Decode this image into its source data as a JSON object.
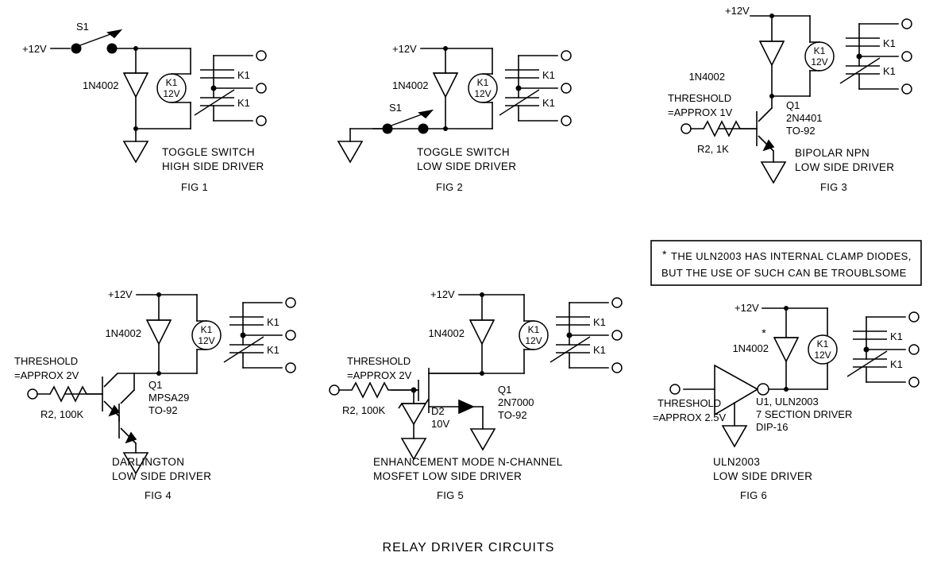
{
  "document": {
    "title": "RELAY DRIVER CIRCUITS",
    "background_color": "#ffffff",
    "ink_color": "#000000"
  },
  "note": {
    "marker": "*",
    "line1": "THE  ULN2003  HAS  INTERNAL  CLAMP  DIODES,",
    "line2": "BUT  THE  USE  OF  SUCH  CAN  BE  TROUBLSOME"
  },
  "figures": [
    {
      "id": "fig1",
      "number": "FIG 1",
      "caption_line1": "TOGGLE SWITCH",
      "caption_line2": "HIGH SIDE DRIVER",
      "supply": "+12V",
      "switch_label": "S1",
      "diode": "1N4002",
      "coil_line1": "K1",
      "coil_line2": "12V",
      "contact_no": "K1",
      "contact_nc": "K1"
    },
    {
      "id": "fig2",
      "number": "FIG 2",
      "caption_line1": "TOGGLE SWITCH",
      "caption_line2": "LOW SIDE DRIVER",
      "supply": "+12V",
      "switch_label": "S1",
      "diode": "1N4002",
      "coil_line1": "K1",
      "coil_line2": "12V",
      "contact_no": "K1",
      "contact_nc": "K1"
    },
    {
      "id": "fig3",
      "number": "FIG 3",
      "caption_line1": "BIPOLAR NPN",
      "caption_line2": "LOW SIDE DRIVER",
      "supply": "+12V",
      "diode": "1N4002",
      "coil_line1": "K1",
      "coil_line2": "12V",
      "contact_no": "K1",
      "contact_nc": "K1",
      "threshold_line1": "THRESHOLD",
      "threshold_line2": "=APPROX 1V",
      "resistor": "R2, 1K",
      "device_line1": "Q1",
      "device_line2": "2N4401",
      "device_line3": "TO-92"
    },
    {
      "id": "fig4",
      "number": "FIG 4",
      "caption_line1": "DARLINGTON",
      "caption_line2": "LOW SIDE DRIVER",
      "supply": "+12V",
      "diode": "1N4002",
      "coil_line1": "K1",
      "coil_line2": "12V",
      "contact_no": "K1",
      "contact_nc": "K1",
      "threshold_line1": "THRESHOLD",
      "threshold_line2": "=APPROX 2V",
      "resistor": "R2, 100K",
      "device_line1": "Q1",
      "device_line2": "MPSA29",
      "device_line3": "TO-92"
    },
    {
      "id": "fig5",
      "number": "FIG 5",
      "caption_line1": "ENHANCEMENT  MODE  N-CHANNEL",
      "caption_line2": "MOSFET LOW SIDE DRIVER",
      "supply": "+12V",
      "diode": "1N4002",
      "coil_line1": "K1",
      "coil_line2": "12V",
      "contact_no": "K1",
      "contact_nc": "K1",
      "threshold_line1": "THRESHOLD",
      "threshold_line2": "=APPROX 2V",
      "resistor": "R2, 100K",
      "zener_line1": "D2",
      "zener_line2": "10V",
      "device_line1": "Q1",
      "device_line2": "2N7000",
      "device_line3": "TO-92"
    },
    {
      "id": "fig6",
      "number": "FIG 6",
      "caption_line1": "ULN2003",
      "caption_line2": "LOW SIDE DRIVER",
      "supply": "+12V",
      "diode": "1N4002",
      "diode_star": "*",
      "coil_line1": "K1",
      "coil_line2": "12V",
      "contact_no": "K1",
      "contact_nc": "K1",
      "threshold_line1": "THRESHOLD",
      "threshold_line2": "=APPROX 2.5V",
      "device_line1": "U1, ULN2003",
      "device_line2": "7 SECTION DRIVER",
      "device_line3": "DIP-16"
    }
  ]
}
